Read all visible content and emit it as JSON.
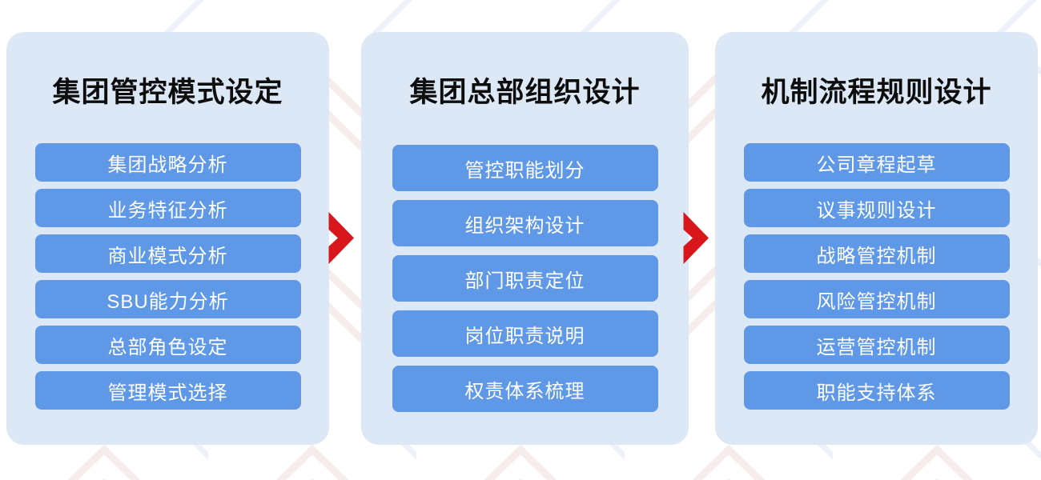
{
  "theme": {
    "page_background": "#ffffff",
    "panel_background": "#dde8f6",
    "pill_background": "#6098e8",
    "pill_text_color": "#ffffff",
    "title_color": "#0d0d0d",
    "arrow_color": "#d9161c"
  },
  "diagram": {
    "type": "three-stage-process-flow",
    "stage_count": 3,
    "connector_icon": "chevron-right-arrow",
    "stages": [
      {
        "title": "集团管控模式设定",
        "items": [
          "集团战略分析",
          "业务特征分析",
          "商业模式分析",
          "SBU能力分析",
          "总部角色设定",
          "管理模式选择"
        ]
      },
      {
        "title": "集团总部组织设计",
        "items": [
          "管控职能划分",
          "组织架构设计",
          "部门职责定位",
          "岗位职责说明",
          "权责体系梳理"
        ]
      },
      {
        "title": "机制流程规则设计",
        "items": [
          "公司章程起草",
          "议事规则设计",
          "战略管控机制",
          "风险管控机制",
          "运营管控机制",
          "职能支持体系"
        ]
      }
    ],
    "connectors": [
      {
        "from": "集团管控模式设定",
        "to": "集团总部组织设计"
      },
      {
        "from": "集团总部组织设计",
        "to": "机制流程规则设计"
      }
    ]
  }
}
